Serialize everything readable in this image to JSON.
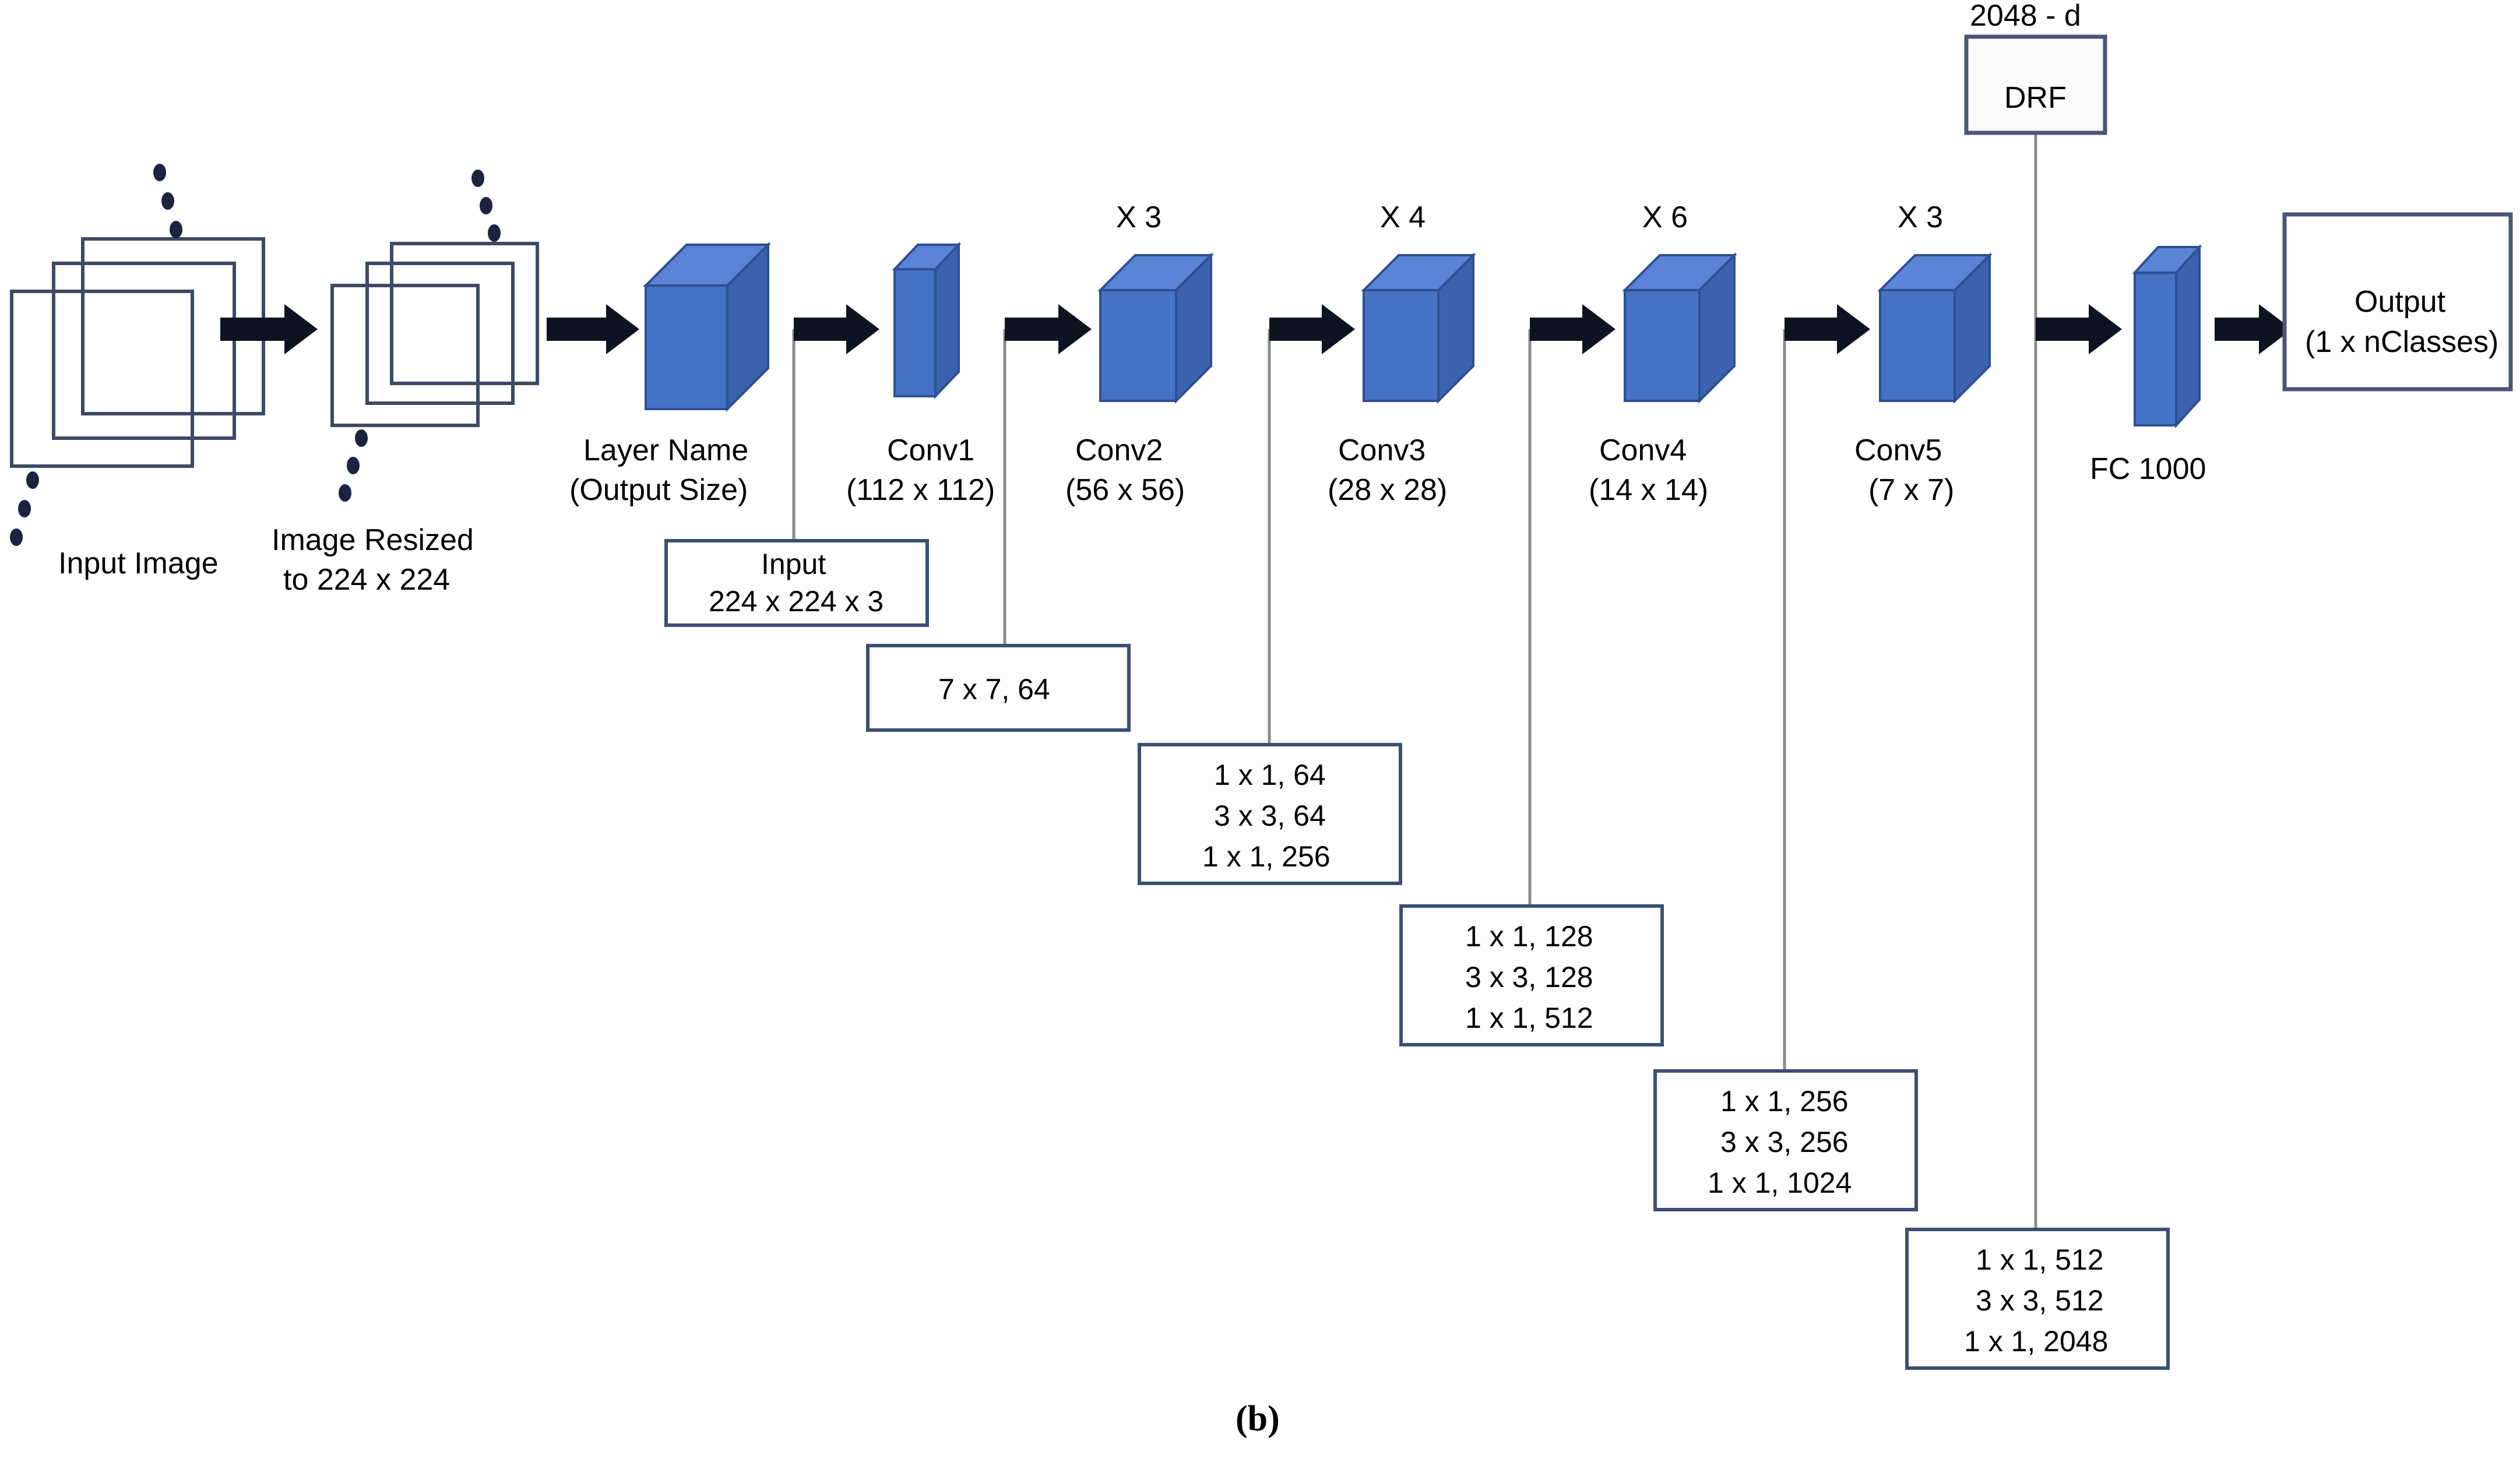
{
  "figure": {
    "caption": "(b)",
    "accent_cube_front": "#4472C4",
    "accent_cube_top": "#5B84D6",
    "accent_cube_side": "#3A62AE",
    "box_border": "#3C4E72",
    "image_rect_border": "#3D4A66",
    "arrow_color": "#0D1321",
    "leader_line_color": "#8A8A8A"
  },
  "input_stage": {
    "input_image_label": "Input Image",
    "resized_label_line1": "Image Resized",
    "resized_label_line2": "to 224 x 224"
  },
  "stages": [
    {
      "id": "layer-name",
      "name_line1": "Layer Name",
      "name_line2": "(Output Size)",
      "multiplier": "",
      "shape": "cube"
    },
    {
      "id": "conv1",
      "name_line1": "Conv1",
      "name_line2": "(112 x 112)",
      "multiplier": "",
      "shape": "slab"
    },
    {
      "id": "conv2",
      "name_line1": "Conv2",
      "name_line2": "(56 x 56)",
      "multiplier": "X 3",
      "shape": "cube"
    },
    {
      "id": "conv3",
      "name_line1": "Conv3",
      "name_line2": "(28 x 28)",
      "multiplier": "X 4",
      "shape": "cube"
    },
    {
      "id": "conv4",
      "name_line1": "Conv4",
      "name_line2": "(14 x 14)",
      "multiplier": "X 6",
      "shape": "cube"
    },
    {
      "id": "conv5",
      "name_line1": "Conv5",
      "name_line2": "(7 x 7)",
      "multiplier": "X 3",
      "shape": "cube"
    },
    {
      "id": "fc1000",
      "name_line1": "FC 1000",
      "name_line2": "",
      "multiplier": "",
      "shape": "slab"
    }
  ],
  "spec_boxes": [
    {
      "id": "input-spec",
      "lines": [
        "Input",
        "224 x 224 x 3"
      ]
    },
    {
      "id": "conv1-spec",
      "lines": [
        "7 x 7, 64"
      ]
    },
    {
      "id": "conv2-spec",
      "lines": [
        "1 x 1, 64",
        "3 x 3, 64",
        "1 x 1, 256"
      ]
    },
    {
      "id": "conv3-spec",
      "lines": [
        "1 x 1, 128",
        "3 x 3, 128",
        "1 x 1, 512"
      ]
    },
    {
      "id": "conv4-spec",
      "lines": [
        "1 x 1, 256",
        "3 x 3, 256",
        "1 x 1, 1024"
      ]
    },
    {
      "id": "conv5-spec",
      "lines": [
        "1 x 1, 512",
        "3 x 3, 512",
        "1 x 1, 2048"
      ]
    }
  ],
  "drf": {
    "dim_label": "2048 - d",
    "box_label": "DRF"
  },
  "output": {
    "line1": "Output",
    "line2": "(1 x nClasses)"
  },
  "chart_data": {
    "type": "diagram",
    "title": "ResNet-50 architecture with DRF branch",
    "pipeline": [
      "Input Image",
      "Image Resized to 224 x 224",
      "Layer Name (Output Size)",
      "Conv1 (112 x 112)",
      "Conv2 (56 x 56) X 3",
      "Conv3 (28 x 28) X 4",
      "Conv4 (14 x 14) X 6",
      "Conv5 (7 x 7) X 3",
      "FC 1000",
      "Output (1 x nClasses)"
    ],
    "blocks": [
      {
        "stage": "Conv1",
        "output_size": "112 x 112",
        "repeat": 1,
        "layers": [
          "7 x 7, 64"
        ]
      },
      {
        "stage": "Conv2",
        "output_size": "56 x 56",
        "repeat": 3,
        "layers": [
          "1 x 1, 64",
          "3 x 3, 64",
          "1 x 1, 256"
        ]
      },
      {
        "stage": "Conv3",
        "output_size": "28 x 28",
        "repeat": 4,
        "layers": [
          "1 x 1, 128",
          "3 x 3, 128",
          "1 x 1, 512"
        ]
      },
      {
        "stage": "Conv4",
        "output_size": "14 x 14",
        "repeat": 6,
        "layers": [
          "1 x 1, 256",
          "3 x 3, 256",
          "1 x 1, 1024"
        ]
      },
      {
        "stage": "Conv5",
        "output_size": "7 x 7",
        "repeat": 3,
        "layers": [
          "1 x 1, 512",
          "3 x 3, 512",
          "1 x 1, 2048"
        ]
      }
    ],
    "feature_branch": {
      "label": "DRF",
      "dimension": "2048 - d"
    },
    "output": "1 x nClasses"
  }
}
